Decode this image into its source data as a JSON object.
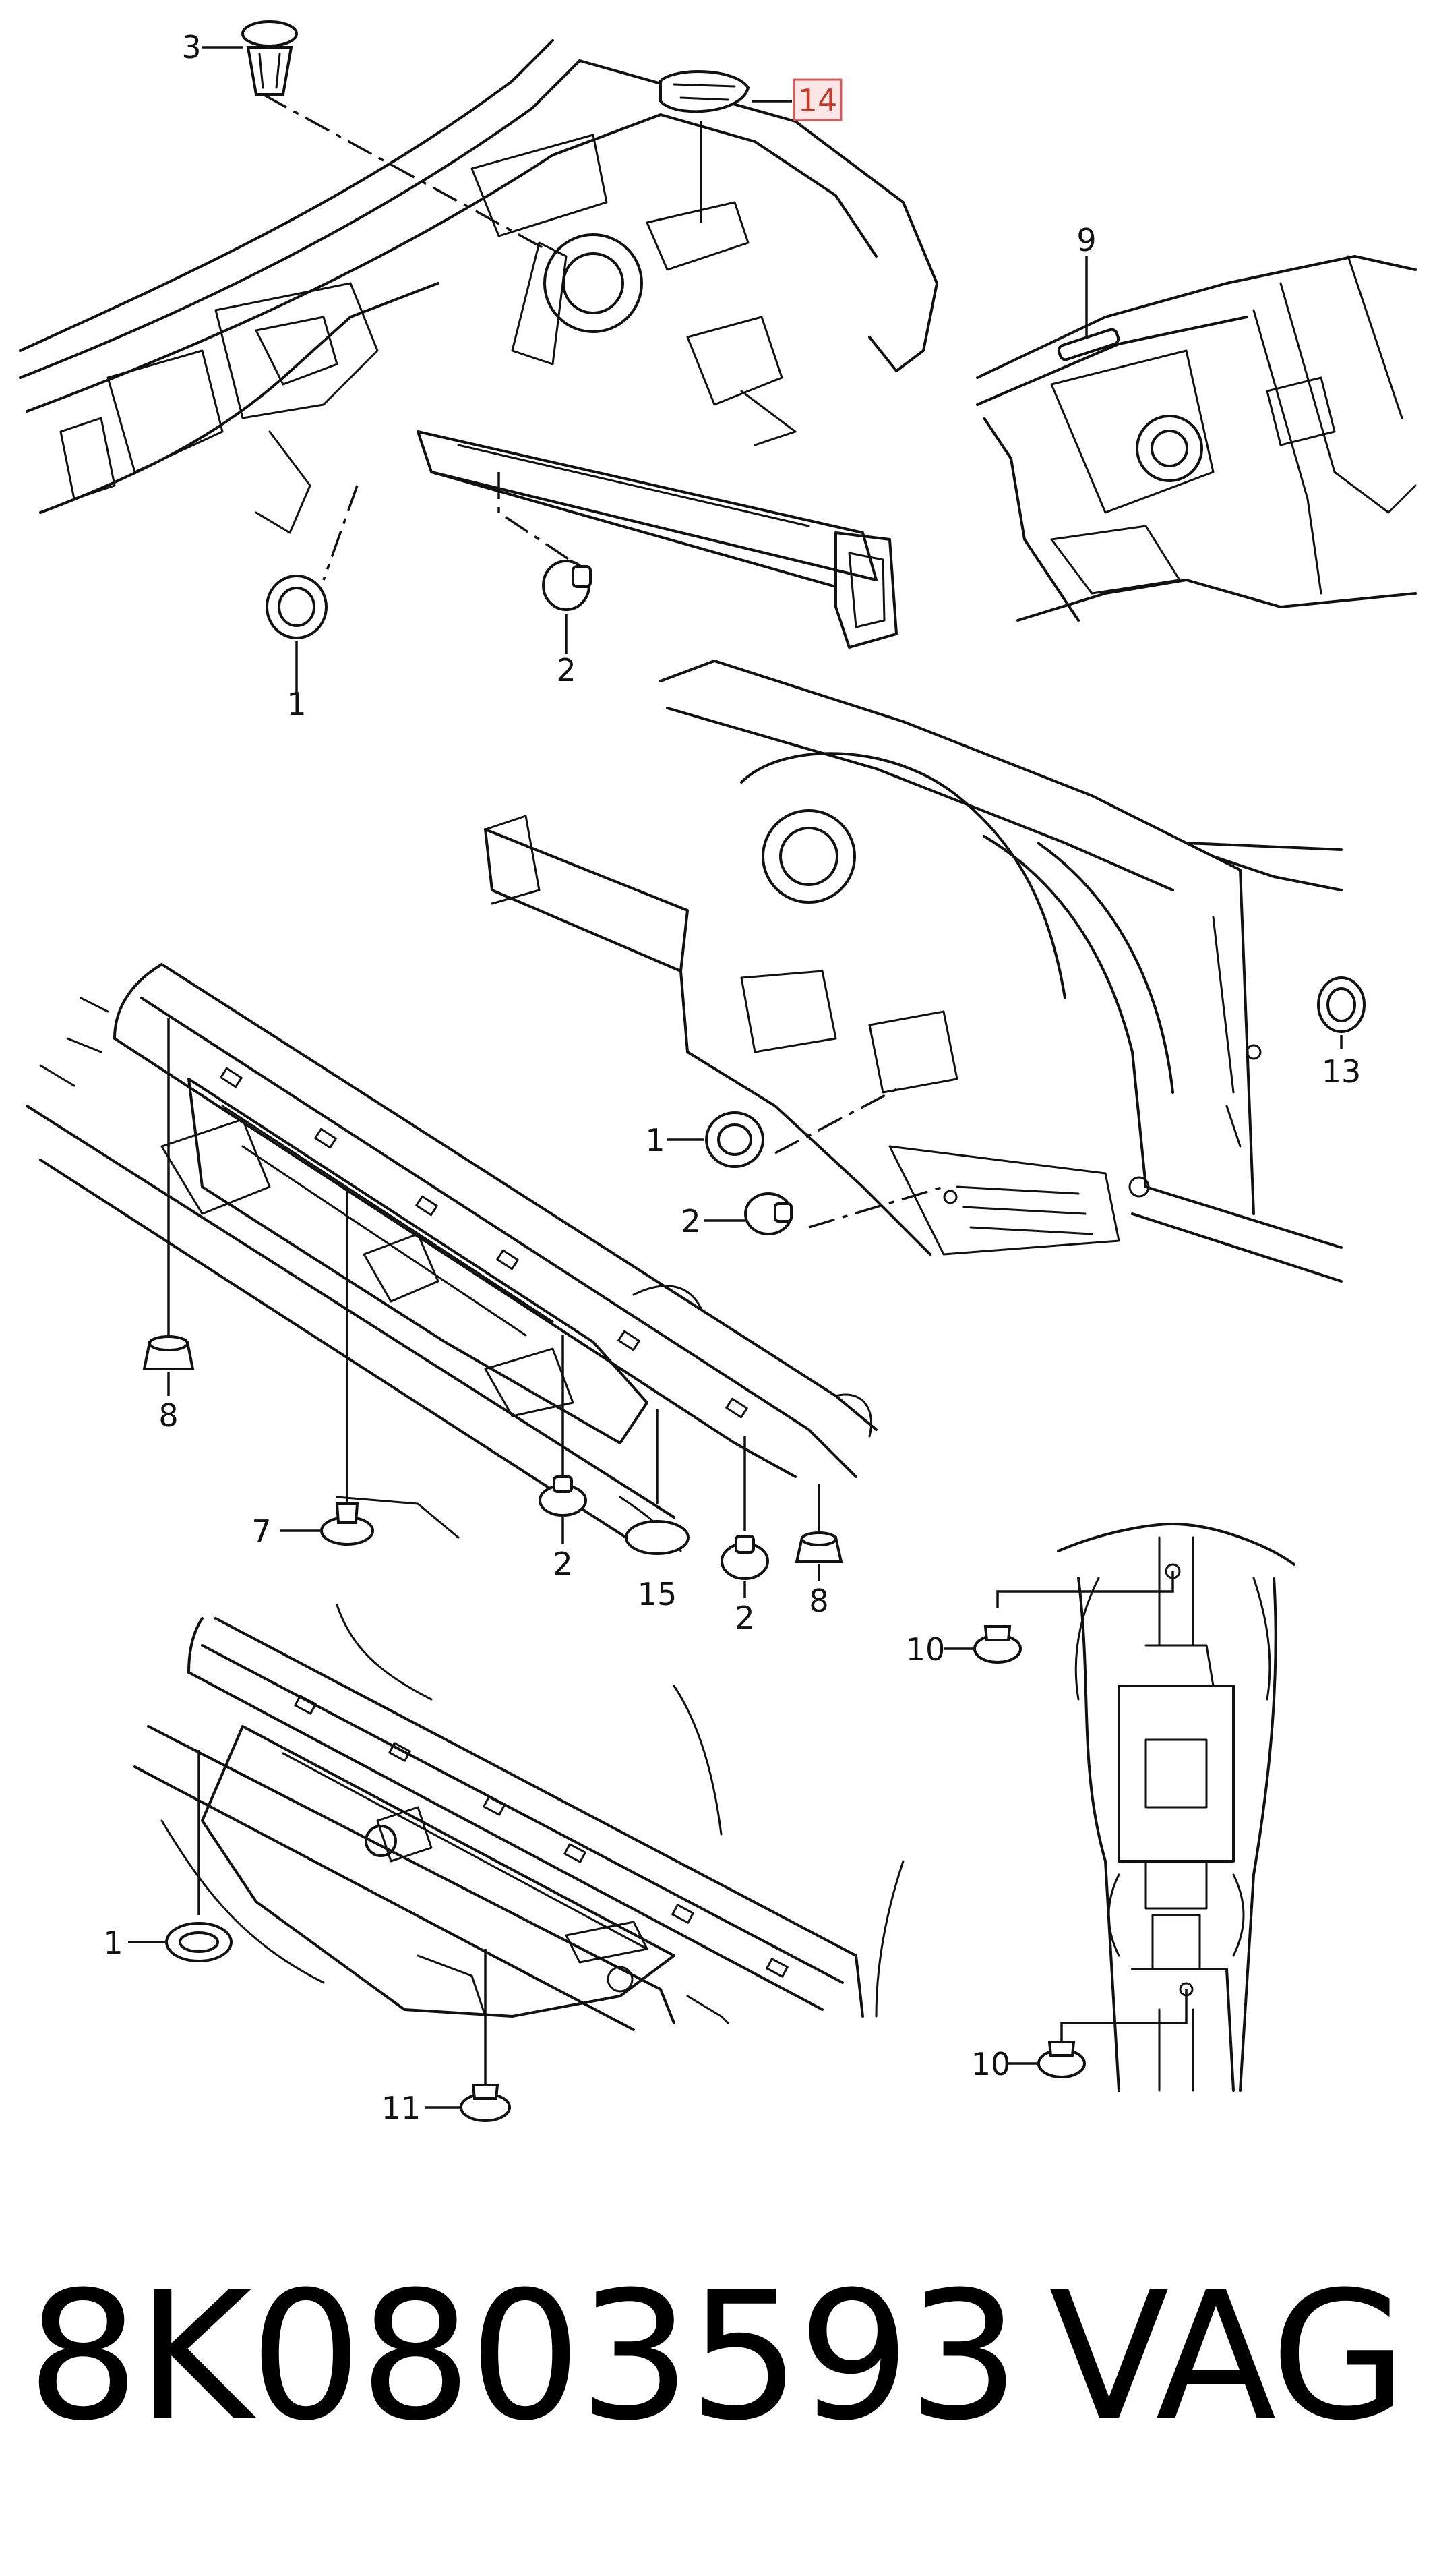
{
  "callouts": {
    "v1_c1": "1",
    "v1_c2": "2",
    "v1_c3": "3",
    "v1_c14": "14",
    "v2_c9": "9",
    "v3_c13": "13",
    "v3_c1": "1",
    "v3_c2": "2",
    "v4_c8a": "8",
    "v4_c7": "7",
    "v4_c2a": "2",
    "v4_c15": "15",
    "v4_c2b": "2",
    "v4_c8b": "8",
    "v5_c10a": "10",
    "v5_c10b": "10",
    "v6_c1": "1",
    "v6_c11": "11"
  },
  "highlighted_callout": "14",
  "colors": {
    "line": "#111111",
    "highlight_border": "#d95b5b",
    "highlight_fill": "#fde6e6",
    "background": "#ffffff"
  },
  "footer": {
    "part_number": "8K0803593",
    "brand": "VAG"
  }
}
